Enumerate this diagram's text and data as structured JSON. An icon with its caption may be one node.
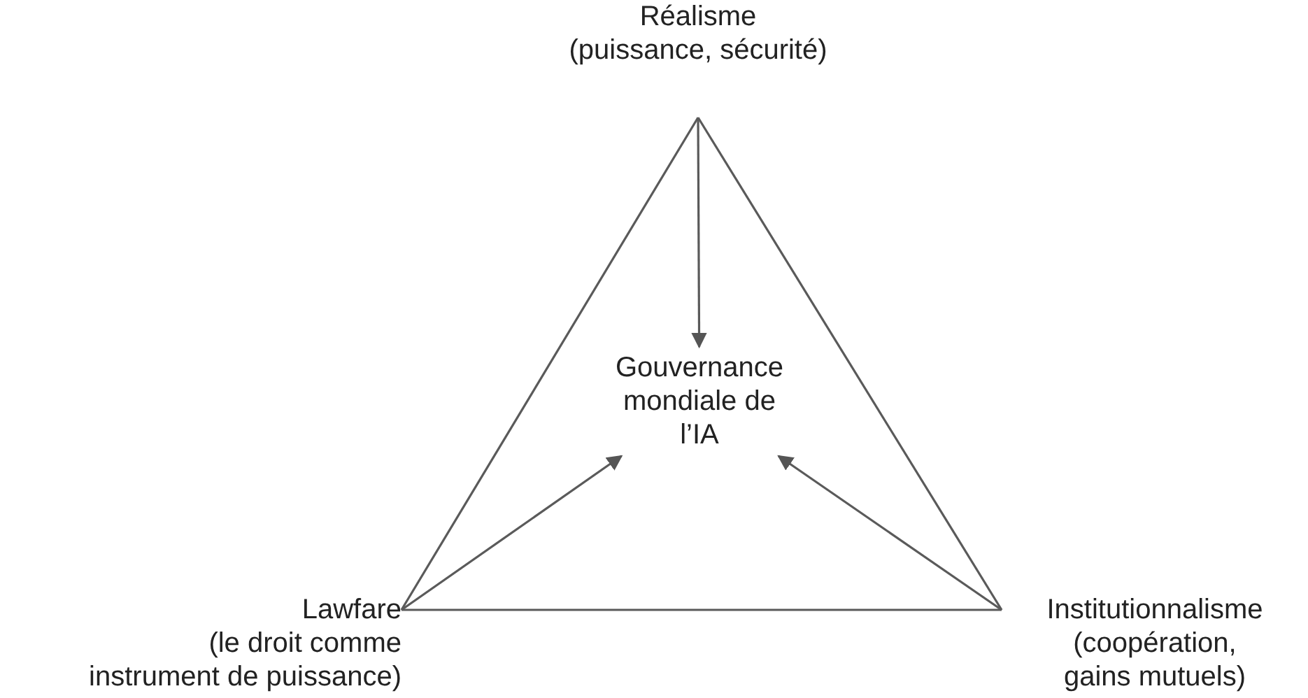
{
  "diagram": {
    "nodes": [
      {
        "text": [
          "Réalisme",
          "(puissance, sécurité)"
        ]
      },
      {
        "text": [
          "Lawfare",
          "(le droit comme instrument de puissance)"
        ]
      },
      {
        "text": [
          "Institutionnalisme",
          "(coopération, gains mutuels)"
        ]
      },
      {
        "text": [
          "Gouvernance mondiale de l’IA"
        ]
      }
    ],
    "edges": [
      {
        "from": 0,
        "to": 1,
        "arrow": "none"
      },
      {
        "from": 0,
        "to": 2,
        "arrow": "none"
      },
      {
        "from": 1,
        "to": 2,
        "arrow": "none"
      },
      {
        "from": 0,
        "to": 3,
        "arrow": "to"
      },
      {
        "from": 1,
        "to": 3,
        "arrow": "to"
      },
      {
        "from": 2,
        "to": 3,
        "arrow": "to"
      }
    ]
  }
}
